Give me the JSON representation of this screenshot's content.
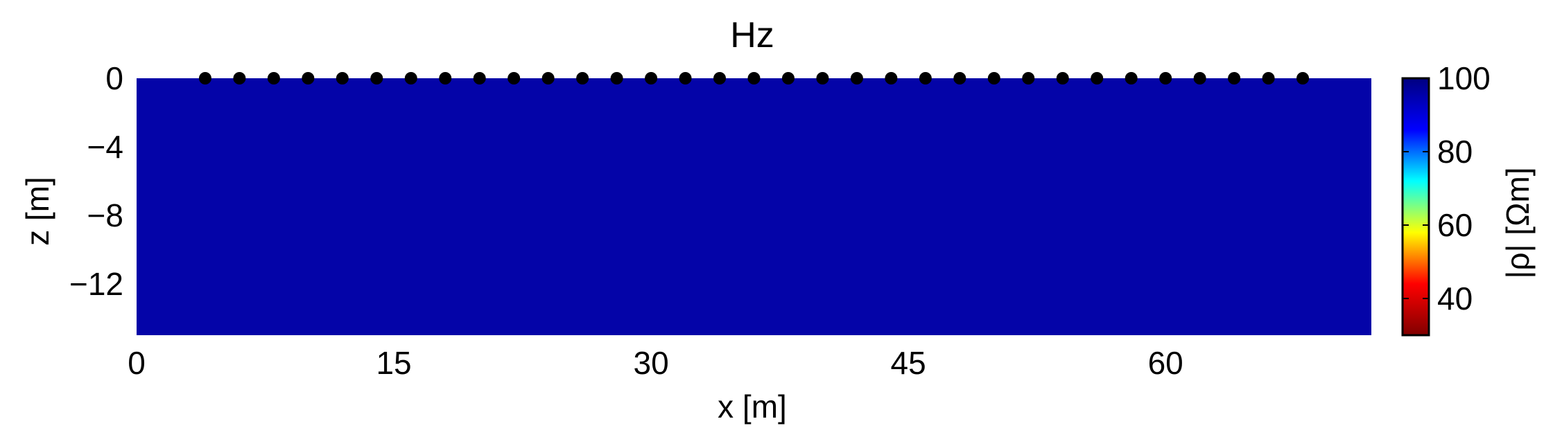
{
  "chart_data": {
    "type": "heatmap",
    "title": "Hz",
    "xlabel": "x [m]",
    "ylabel": "z [m]",
    "xlim": [
      0,
      72
    ],
    "ylim": [
      -15,
      0
    ],
    "x_ticks": [
      0,
      15,
      30,
      45,
      60
    ],
    "y_ticks": [
      0,
      -4,
      -8,
      -12
    ],
    "x_tick_labels": [
      "0",
      "15",
      "30",
      "45",
      "60"
    ],
    "y_tick_labels": [
      "0",
      "−4",
      "−8",
      "−12"
    ],
    "field": {
      "value": 100,
      "color": "#0404a8"
    },
    "stations": {
      "z": 0,
      "x": [
        4,
        6,
        8,
        10,
        12,
        14,
        16,
        18,
        20,
        22,
        24,
        26,
        28,
        30,
        32,
        34,
        36,
        38,
        40,
        42,
        44,
        46,
        48,
        50,
        52,
        54,
        56,
        58,
        60,
        62,
        64,
        66,
        68
      ]
    },
    "colorbar": {
      "label": "|ρ| [Ωm]",
      "range": [
        30,
        100
      ],
      "ticks": [
        40,
        60,
        80,
        100
      ],
      "tick_labels": [
        "40",
        "60",
        "80",
        "100"
      ],
      "colormap": "jet_reversed",
      "stops": [
        "#000080",
        "#0000ff",
        "#00ffff",
        "#ffff00",
        "#ff0000",
        "#800000"
      ]
    }
  }
}
